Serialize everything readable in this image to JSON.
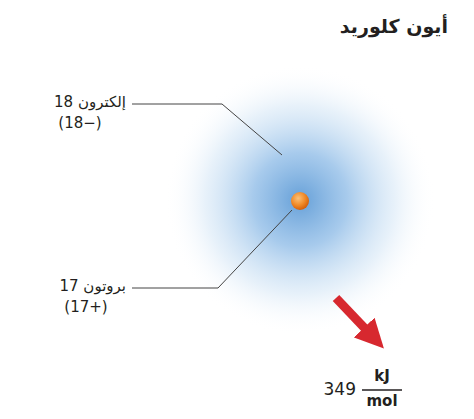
{
  "diagram": {
    "title": "أيون كلوريد",
    "labels": [
      "إلكترون 18",
      "(18−)",
      "بروتون 17",
      "(17+)",
      "349",
      "kJ",
      "mol"
    ]
  }
}
